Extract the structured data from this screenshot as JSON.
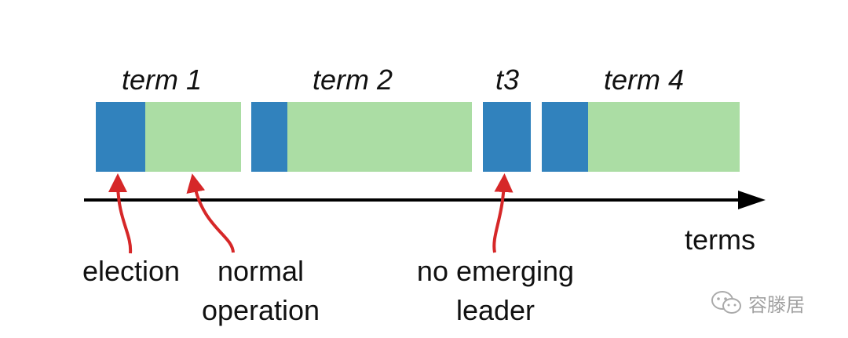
{
  "terms": [
    {
      "label": "term 1"
    },
    {
      "label": "term 2"
    },
    {
      "label": "t3"
    },
    {
      "label": "term 4"
    }
  ],
  "axis_label": "terms",
  "annotations": {
    "election": [
      "election"
    ],
    "normal": [
      "normal",
      "operation"
    ],
    "no_leader": [
      "no emerging",
      "leader"
    ]
  },
  "watermark": {
    "text": "容滕居",
    "icon": "wechat-icon"
  },
  "colors": {
    "election_block": "#3182bd",
    "normal_block": "#abdda4",
    "axis": "#000000",
    "arrow": "#d62728"
  }
}
